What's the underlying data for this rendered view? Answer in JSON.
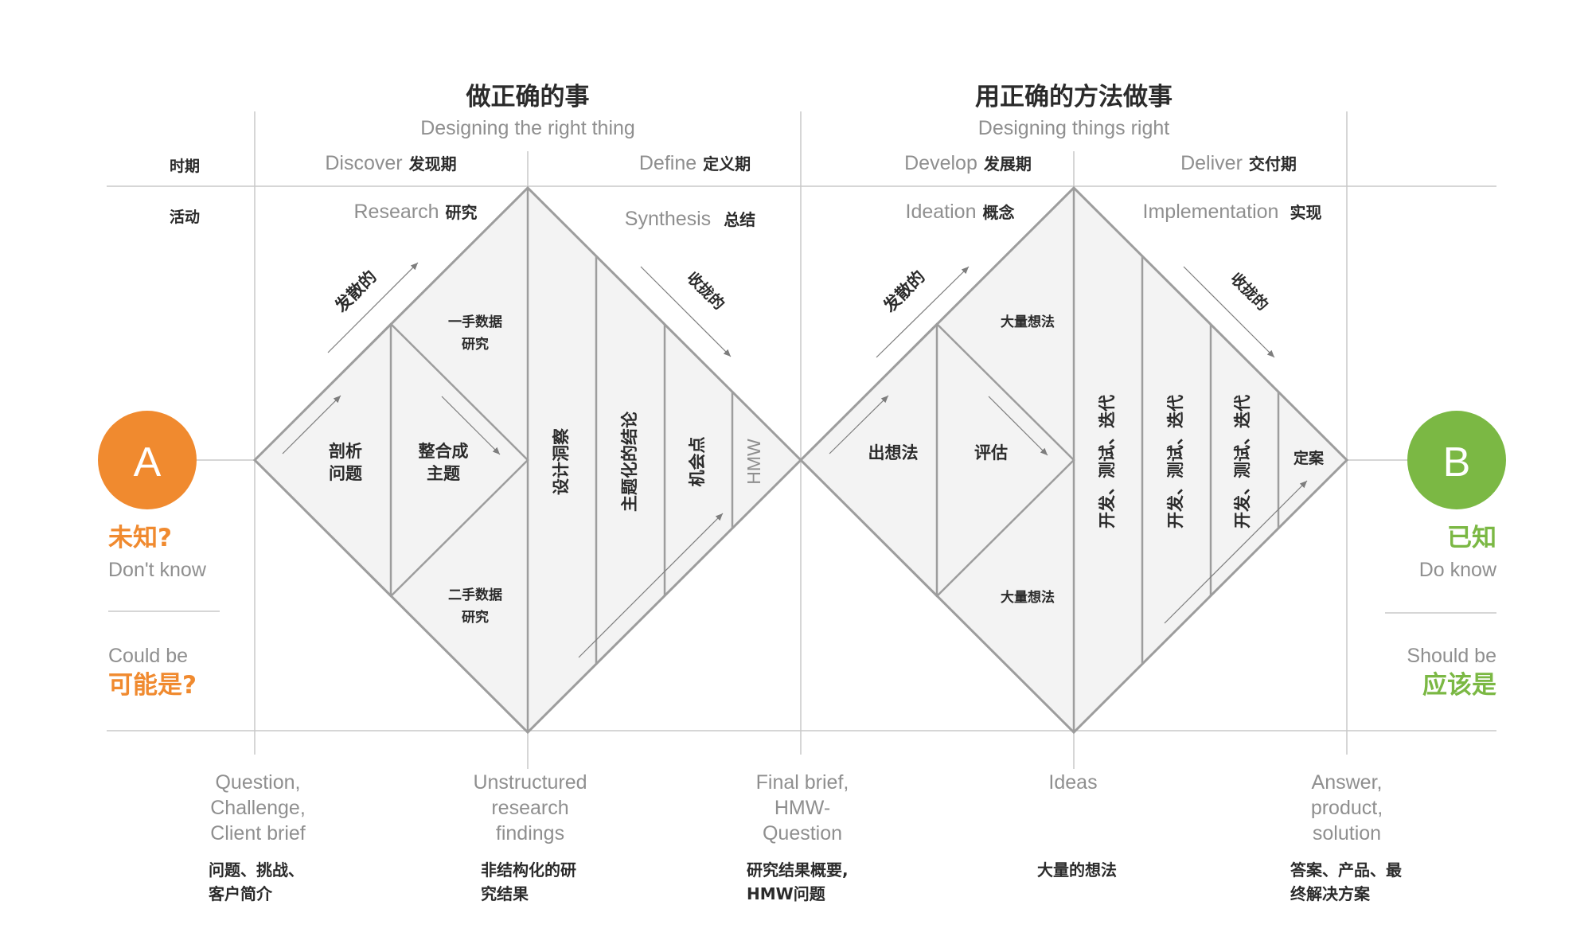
{
  "header": {
    "left_title_cn": "做正确的事",
    "left_title_en": "Designing the right thing",
    "right_title_cn": "用正确的方法做事",
    "right_title_en": "Designing things right"
  },
  "rows": {
    "period": "时期",
    "activity": "活动"
  },
  "phases": [
    {
      "en": "Discover",
      "cn": "发现期"
    },
    {
      "en": "Define",
      "cn": "定义期"
    },
    {
      "en": "Develop",
      "cn": "发展期"
    },
    {
      "en": "Deliver",
      "cn": "交付期"
    }
  ],
  "activities": [
    {
      "en": "Research",
      "cn": "研究"
    },
    {
      "en": "Synthesis",
      "cn": "总结"
    },
    {
      "en": "Ideation",
      "cn": "概念"
    },
    {
      "en": "Implementation",
      "cn": "实现"
    }
  ],
  "diverge_label": "发散的",
  "converge_label": "收拢的",
  "diamond1": {
    "analyze": [
      "剖析",
      "问题"
    ],
    "integrate": [
      "整合成",
      "主题"
    ],
    "primary": [
      "一手数据",
      "研究"
    ],
    "secondary": [
      "二手数据",
      "研究"
    ],
    "insight": "设计洞察",
    "themed": "主题化的结论",
    "opportunity": "机会点",
    "hmw": "HMW"
  },
  "diamond2": {
    "ideate": "出想法",
    "evaluate": "评估",
    "many_top": "大量想法",
    "many_bottom": "大量想法",
    "iterate": "开发、测试、迭代",
    "final": "定案"
  },
  "start": {
    "badge": "A",
    "cn": "未知?",
    "en": "Don't know",
    "en2": "Could be",
    "cn2": "可能是?"
  },
  "end": {
    "badge": "B",
    "cn": "已知",
    "en": "Do know",
    "en2": "Should be",
    "cn2": "应该是"
  },
  "outputs": [
    {
      "en": [
        "Question,",
        "Challenge,",
        "Client brief"
      ],
      "cn": [
        "问题、挑战、",
        "客户简介"
      ]
    },
    {
      "en": [
        "Unstructured",
        "research",
        "findings"
      ],
      "cn": [
        "非结构化的研",
        "究结果"
      ]
    },
    {
      "en": [
        "Final brief,",
        "HMW-",
        "Question"
      ],
      "cn": [
        "研究结果概要,",
        "HMW问题"
      ]
    },
    {
      "en": [
        "Ideas"
      ],
      "cn": [
        "大量的想法"
      ]
    },
    {
      "en": [
        "Answer,",
        "product,",
        "solution"
      ],
      "cn": [
        "答案、产品、最",
        "终解决方案"
      ]
    }
  ],
  "colors": {
    "orange": "#f08a2f",
    "green": "#7bb844"
  }
}
